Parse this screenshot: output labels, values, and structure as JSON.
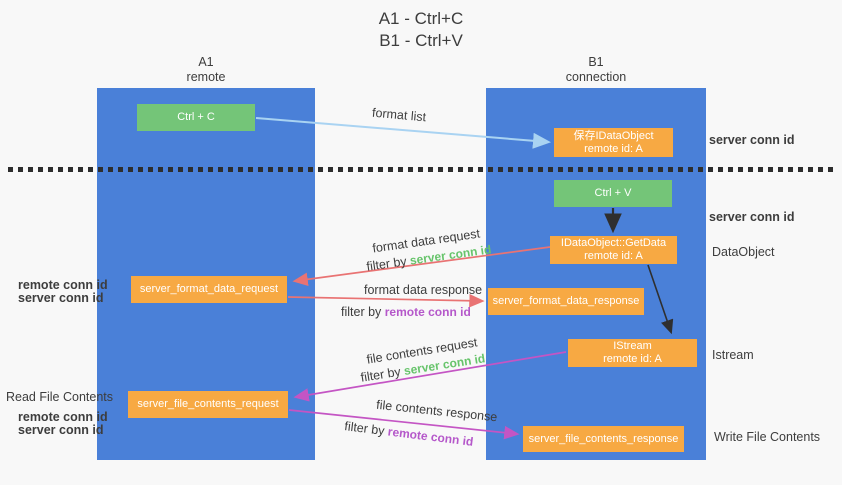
{
  "title": {
    "line1": "A1 - Ctrl+C",
    "line2": "B1 - Ctrl+V"
  },
  "lifelines": {
    "a1": {
      "name": "A1",
      "subtitle": "remote"
    },
    "b1": {
      "name": "B1",
      "subtitle": "connection"
    }
  },
  "boxes": {
    "ctrl_c": {
      "label": "Ctrl + C"
    },
    "save_dataobject": {
      "line1": "保存IDataObject",
      "line2": "remote id: A"
    },
    "ctrl_v": {
      "label": "Ctrl + V"
    },
    "getdata": {
      "line1": "IDataObject::GetData",
      "line2": "remote id: A"
    },
    "server_format_data_request": {
      "label": "server_format_data_request"
    },
    "server_format_data_response": {
      "label": "server_format_data_response"
    },
    "istream": {
      "line1": "IStream",
      "line2": "remote id: A"
    },
    "server_file_contents_request": {
      "label": "server_file_contents_request"
    },
    "server_file_contents_response": {
      "label": "server_file_contents_response"
    }
  },
  "left_labels": {
    "remote_conn_id_1": "remote conn id",
    "server_conn_id_1": "server conn id",
    "read_file_contents": "Read File Contents",
    "remote_conn_id_2": "remote conn id",
    "server_conn_id_2": "server conn id"
  },
  "right_labels": {
    "server_conn_id_1": "server conn id",
    "server_conn_id_2": "server conn id",
    "dataobject": "DataObject",
    "istream": "Istream",
    "write_file_contents": "Write File Contents"
  },
  "arrow_labels": {
    "format_list": "format list",
    "format_data_request": "format data request",
    "format_data_response": "format data response",
    "file_contents_request": "file contents request",
    "file_contents_response": "file contents response",
    "filter_by": "filter by ",
    "server_conn_id": "server conn id",
    "remote_conn_id": "remote conn id"
  },
  "colors": {
    "bg": "#f8f8f8",
    "lifeline-blue": "#4a80d8",
    "box-green": "#74c578",
    "box-orange": "#f7a943",
    "text-dark": "#3d3d3d",
    "green-label": "#67c46b",
    "purple-label": "#b558ca",
    "arrow-red": "#e97373",
    "arrow-magenta": "#c455c4",
    "arrow-blue": "#a9d3f2",
    "arrow-black": "#2f2f2f"
  }
}
